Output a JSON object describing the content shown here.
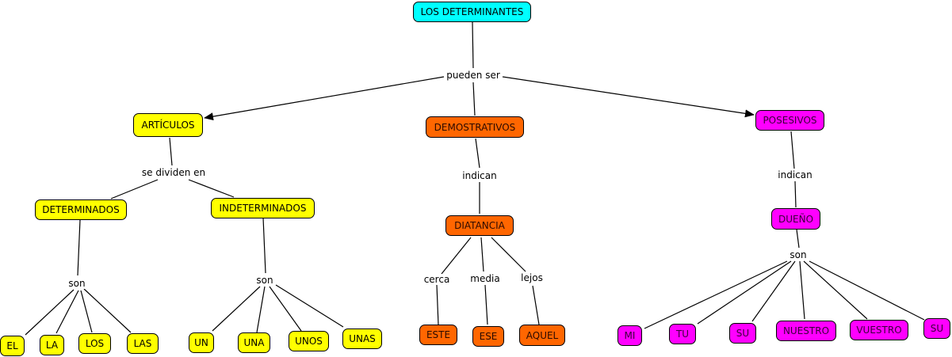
{
  "root": {
    "label": "LOS DETERMINANTES",
    "color": "#00ffff"
  },
  "root_link": "pueden ser",
  "branches": {
    "articulos": {
      "label": "ARTÍCULOS",
      "color": "#ffff00",
      "link": "se dividen en",
      "determinados": {
        "label": "DETERMINADOS",
        "link": "son",
        "items": [
          "EL",
          "LA",
          "LOS",
          "LAS"
        ]
      },
      "indeterminados": {
        "label": "INDETERMINADOS",
        "link": "son",
        "items": [
          "UN",
          "UNA",
          "UNOS",
          "UNAS"
        ]
      }
    },
    "demostrativos": {
      "label": "DEMOSTRATIVOS",
      "color": "#ff6600",
      "link": "indican",
      "child": {
        "label": "DIATANCIA"
      },
      "sublinks": [
        "cerca",
        "media",
        "lejos"
      ],
      "items": [
        "ESTE",
        "ESE",
        "AQUEL"
      ]
    },
    "posesivos": {
      "label": "POSESIVOS",
      "color": "#ff00ff",
      "link": "indican",
      "child": {
        "label": "DUEÑO",
        "link": "son"
      },
      "items": [
        "MI",
        "TU",
        "SU",
        "NUESTRO",
        "VUESTRO",
        "SU"
      ]
    }
  }
}
